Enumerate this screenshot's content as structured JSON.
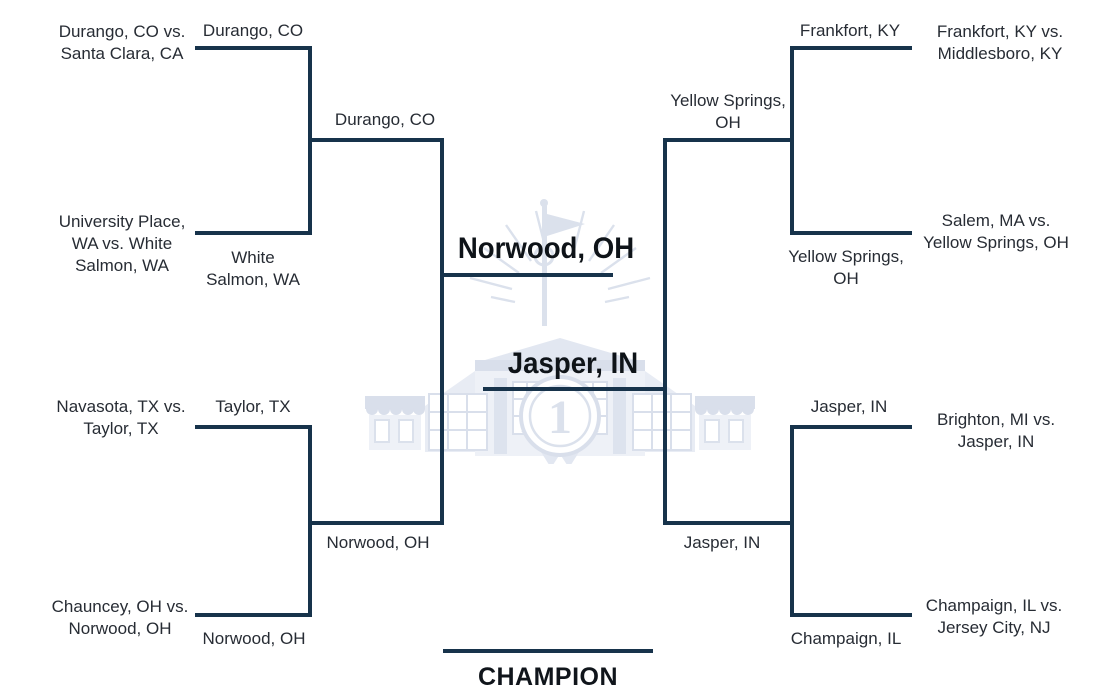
{
  "diagram_type": "tournament-bracket",
  "champion": {
    "label": "CHAMPION"
  },
  "colors": {
    "line": "#17334b",
    "text": "#272c34",
    "emphasis_text": "#0e1318",
    "watermark": "#dce2ec",
    "background": "#ffffff"
  },
  "left": {
    "final": {
      "winner": "Norwood, OH"
    },
    "semifinals": [
      {
        "winner_lines": [
          "Durango, CO"
        ]
      },
      {
        "winner_lines": [
          "Norwood, OH"
        ]
      }
    ],
    "matchups": [
      {
        "team_lines": [
          "Durango, CO vs.",
          "Santa Clara, CA"
        ],
        "winner_lines": [
          "Durango, CO"
        ]
      },
      {
        "team_lines": [
          "University Place,",
          "WA vs. White",
          "Salmon, WA"
        ],
        "winner_lines": [
          "White",
          "Salmon, WA"
        ]
      },
      {
        "team_lines": [
          "Navasota, TX vs.",
          "Taylor, TX"
        ],
        "winner_lines": [
          "Taylor, TX"
        ]
      },
      {
        "team_lines": [
          "Chauncey, OH vs.",
          "Norwood, OH"
        ],
        "winner_lines": [
          "Norwood, OH"
        ]
      }
    ]
  },
  "right": {
    "final": {
      "winner": "Jasper, IN"
    },
    "semifinals": [
      {
        "winner_lines": [
          "Yellow Springs,",
          "OH"
        ]
      },
      {
        "winner_lines": [
          "Jasper, IN"
        ]
      }
    ],
    "matchups": [
      {
        "team_lines": [
          "Frankfort, KY vs.",
          "Middlesboro, KY"
        ],
        "winner_lines": [
          "Frankfort, KY"
        ]
      },
      {
        "team_lines": [
          "Salem, MA vs.",
          "Yellow Springs, OH"
        ],
        "winner_lines": [
          "Yellow Springs,",
          "OH"
        ]
      },
      {
        "team_lines": [
          "Brighton, MI vs.",
          "Jasper, IN"
        ],
        "winner_lines": [
          "Jasper, IN"
        ]
      },
      {
        "team_lines": [
          "Champaign, IL vs.",
          "Jersey City, NJ"
        ],
        "winner_lines": [
          "Champaign, IL"
        ]
      }
    ]
  },
  "watermark": {
    "icon": "storefront-building-watermark",
    "medallion_number": "1"
  }
}
